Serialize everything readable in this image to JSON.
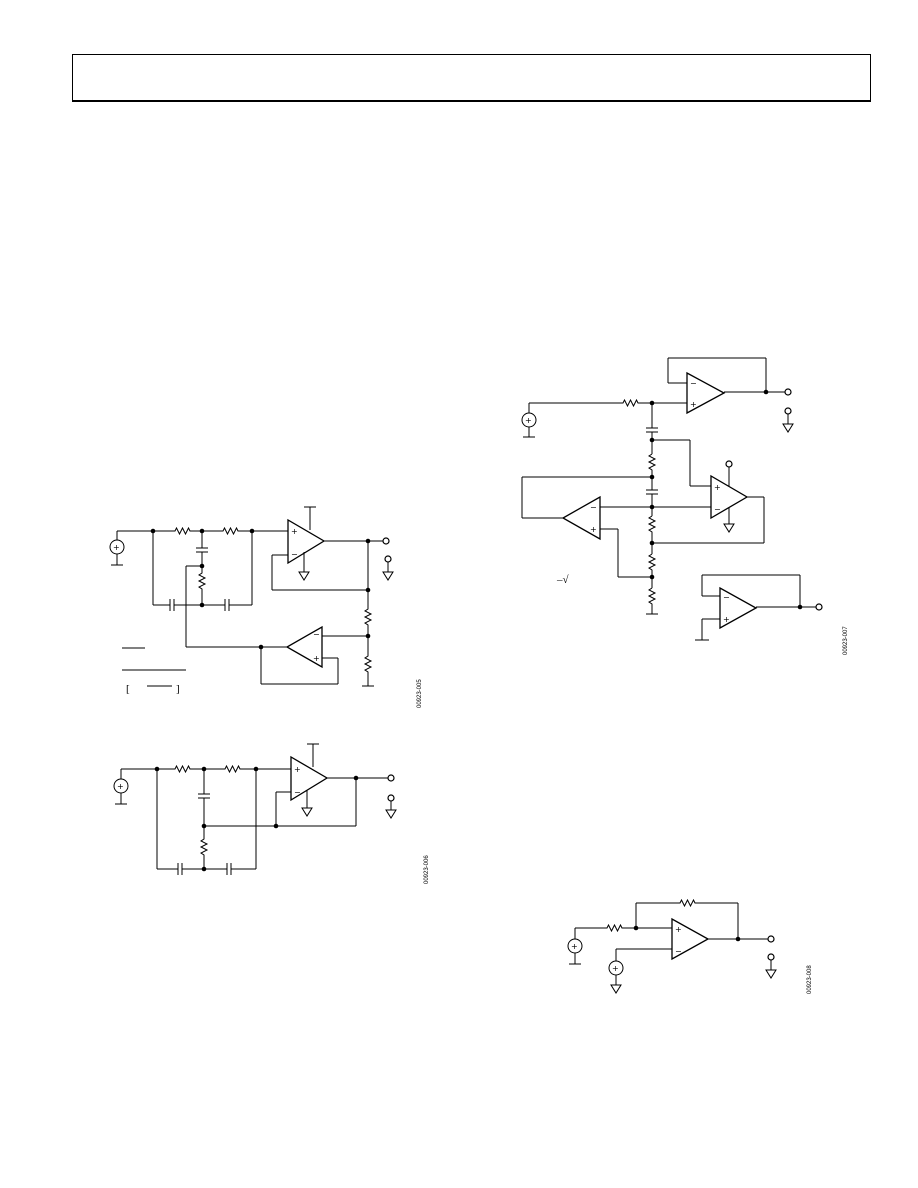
{
  "header": {
    "text": ""
  },
  "figures": [
    {
      "id": "twin-t-notch-adjustable-q",
      "code": "00923-005"
    },
    {
      "id": "twin-t-notch-feedback",
      "code": "00923-006"
    },
    {
      "id": "gic-notch",
      "code": "00923-007"
    },
    {
      "id": "summing-amplifier",
      "code": "00923-008"
    }
  ],
  "symbols": {
    "noninv": "+",
    "inv": "−",
    "sqrt_fragment": "–√",
    "bracket_open": "[",
    "bracket_close": "]"
  },
  "colors": {
    "ink": "#000000",
    "paper": "#ffffff"
  }
}
